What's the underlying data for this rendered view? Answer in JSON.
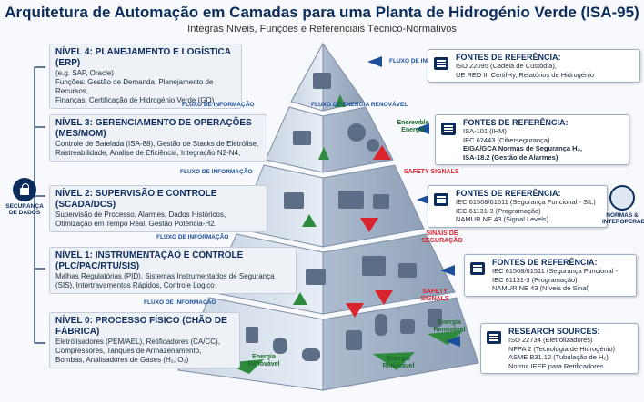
{
  "header": {
    "title": "Arquitetura de Automação em Camadas para uma Planta de Hidrogénio Verde (ISA-95)",
    "subtitle": "Integras Níveis, Funções e Referenciais Técnico-Normativos"
  },
  "levels": [
    {
      "title": "NÍVEL 4: PLANEJAMENTO E LOGÍSTICA (ERP)",
      "lines": [
        "(e.g. SAP, Oracle)",
        "Funções: Gestão de Demanda, Planejamento de Recursos,",
        "Finanças, Certificação de Hidrogénio Verde (GO)"
      ]
    },
    {
      "title": "NÍVEL 3: GERENCIAMENTO DE OPERAÇÕES",
      "title2": "(MES/MOM)",
      "lines": [
        "Controle de Batelada (ISA-88), Gestão de Stacks de Eletrólise,",
        "Rastreabilidade, Analise de Eficiência, Integração N2-N4,"
      ]
    },
    {
      "title": "NÍVEL 2: SUPERVISÃO E CONTROLE (SCADA/DCS)",
      "lines": [
        "Supervisão de Processo, Alarmes, Dados Históricos,",
        "Otimização em Tempo Real, Gestão Potência-H2."
      ]
    },
    {
      "title": "NÍVEL 1: INSTRUMENTAÇÃO E CONTROLE (PLC/PAC/RTU/SIS)",
      "lines": [
        "Malhas Regulatórias (PID), Sistemas Instrumentados de Segurança",
        "(SIS), Intertravamentos Rápidos, Controle Logico"
      ]
    },
    {
      "title": "NÍVEL 0: PROCESSO FÍSICO (CHÃO DE FÁBRICA)",
      "lines": [
        "Eletrólisadores (PEM/AEL), Retificadores (CA/CC),",
        "Compressores, Tanques de Armazenamento,",
        "Bombas, Analisadores de Gases (H₂, O₂)"
      ]
    }
  ],
  "references": [
    {
      "heading": "FONTES DE REFERÊNCIA:",
      "items": [
        "ISO 22095 (Cadeia de Custódia),",
        "UE RED II, CertifHy, Relatórios de Hidrogénio"
      ]
    },
    {
      "heading": "FONTES DE REFERÊNCIA:",
      "items": [
        "ISA-101 (IHM)",
        "IEC 62443 (Cibersegurança)",
        "EIGA/GCA Normas de Segurança H₂,",
        "ISA-18.2 (Gestão de Alarmes)"
      ]
    },
    {
      "heading": "FONTES DE REFERÊNCIA:",
      "items": [
        "IEC 61508/61511 (Segurança Funcional - SIL)",
        "IEC 61131-3 (Programação)",
        "NAMUR NE 43 (Signal Levels)"
      ]
    },
    {
      "heading": "FONTES DE REFERÊNCIA:",
      "items": [
        "IEC 61508/61511 (Segurança Funcional -",
        "IEC 61131-3 (Programação)",
        "NAMUR NE 43 (Níveis de Sinal)"
      ]
    },
    {
      "heading": "RESEARCH SOURCES:",
      "items": [
        "ISO 22734 (Eletrólizadores)",
        "NFPA 2 (Tecnologia de Hidrogénio)",
        "ASME B31.12 (Tubulação de H₂)",
        "Norma IEEE para Retificadores"
      ]
    }
  ],
  "flows": {
    "info": "FLUXO DE INFORMAÇÃO",
    "energy": "FLUXO DE ENERGIA RENOVÁVEL",
    "enerewble": "Enerewble Energiã",
    "safety_signals": "SAFETY SIGNALS",
    "sinais": "SINAIS DE SEGURAÇÃO",
    "energia_renovavel": "Energia Renovável"
  },
  "side": {
    "security": "SECURANÇA DE DADOS",
    "normas": "NORMAS & INTEROPERABILIDADE"
  },
  "colors": {
    "navy": "#0c2d5c",
    "green": "#2e8b3d",
    "red": "#d9232d",
    "blue": "#1b4f9a"
  }
}
